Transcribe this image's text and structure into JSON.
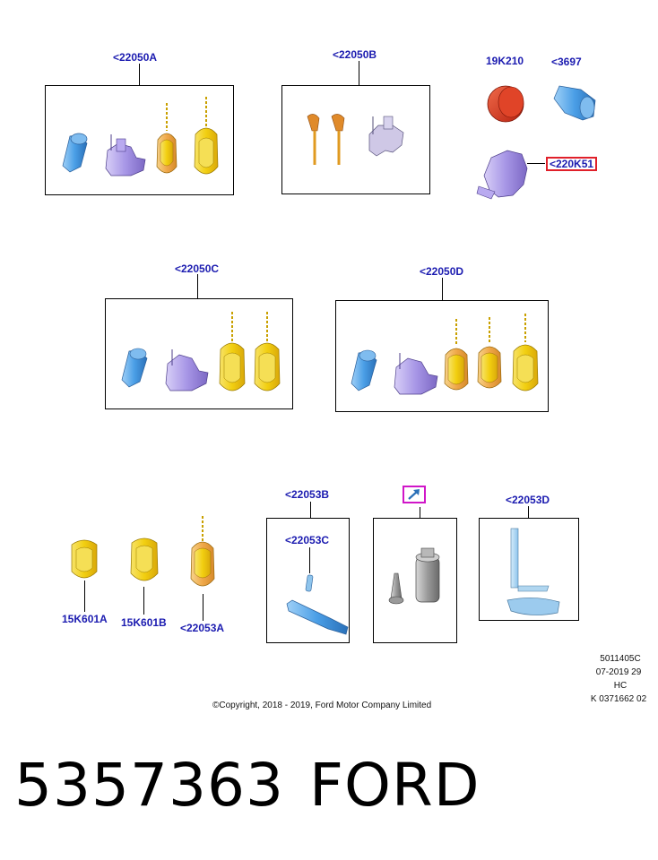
{
  "labels": {
    "a22050A": "<22050A",
    "a22050B": "<22050B",
    "a19K210": "19K210",
    "a3697": "<3697",
    "a220K51": "<220K51",
    "a22050C": "<22050C",
    "a22050D": "<22050D",
    "a22053B": "<22053B",
    "a22053C": "<22053C",
    "a22053D": "<22053D",
    "a15K601A": "15K601A",
    "a15K601B": "15K601B",
    "a22053A": "<22053A"
  },
  "reference": {
    "line1": "5011405C",
    "line2": "07-2019 29",
    "line3": "HC",
    "line4": "K 0371662 02"
  },
  "copyright": "©Copyright, 2018 - 2019, Ford Motor Company Limited",
  "part_number": "5357363",
  "brand": "FORD",
  "icons": {
    "link": "external-link-icon"
  },
  "colors": {
    "label": "#1b1bb0",
    "highlight_border": "#e0202a",
    "link_box": "#d016c8",
    "key_yellow": "#f2d21a",
    "key_orange": "#f0a040",
    "cylinder_blue": "#4a9ee6",
    "lock_purple": "#a796e6",
    "cap_red": "#d8321a"
  }
}
